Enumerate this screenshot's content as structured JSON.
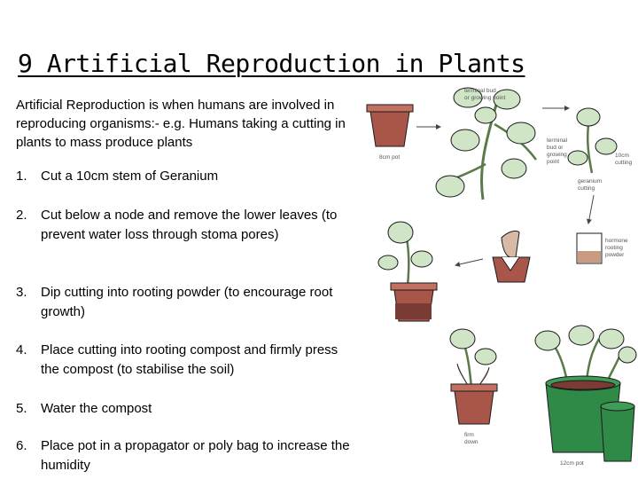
{
  "slide": {
    "title": "9 Artificial Reproduction in Plants",
    "intro": "Artificial Reproduction is when humans are involved in reproducing organisms:- e.g. Humans taking a cutting in plants to mass produce plants",
    "steps": [
      {
        "number": "1.",
        "text": "Cut a 10cm stem of Geranium"
      },
      {
        "number": "2.",
        "text": "Cut below a node and remove the lower leaves (to prevent water loss through stoma pores)"
      },
      {
        "number": "3.",
        "text": "Dip cutting into rooting powder (to encourage root growth)"
      },
      {
        "number": "4.",
        "text": "Place cutting into rooting compost and firmly press the compost (to stabilise the soil)"
      },
      {
        "number": "5.",
        "text": "Water the compost"
      },
      {
        "number": "6.",
        "text": "Place pot in a propagator or poly bag to increase the humidity"
      }
    ]
  },
  "figure": {
    "labels": {
      "terminal_bud_top_1": "terminal bud",
      "terminal_bud_top_2": "or growing point",
      "pot_8cm": "8cm pot",
      "terminal_bud_mid_1": "terminal",
      "terminal_bud_mid_2": "bud or",
      "terminal_bud_mid_3": "growing",
      "terminal_bud_mid_4": "point",
      "cutting_10cm_1": "10cm",
      "cutting_10cm_2": "cutting",
      "geranium_1": "geranium",
      "geranium_2": "cutting",
      "hormone_1": "hormone",
      "hormone_2": "rooting",
      "hormone_3": "powder",
      "firm_1": "firm",
      "firm_2": "down",
      "pot_12cm": "12cm pot"
    }
  },
  "colors": {
    "pot_terracotta": "#a9564a",
    "pot_rim": "#c2705f",
    "pot_green": "#2f8a47",
    "leaf_green": "#cfe5c6",
    "leaf_outline": "#1a1a1a",
    "compost": "#7a3b34",
    "powder": "#c99a82"
  }
}
